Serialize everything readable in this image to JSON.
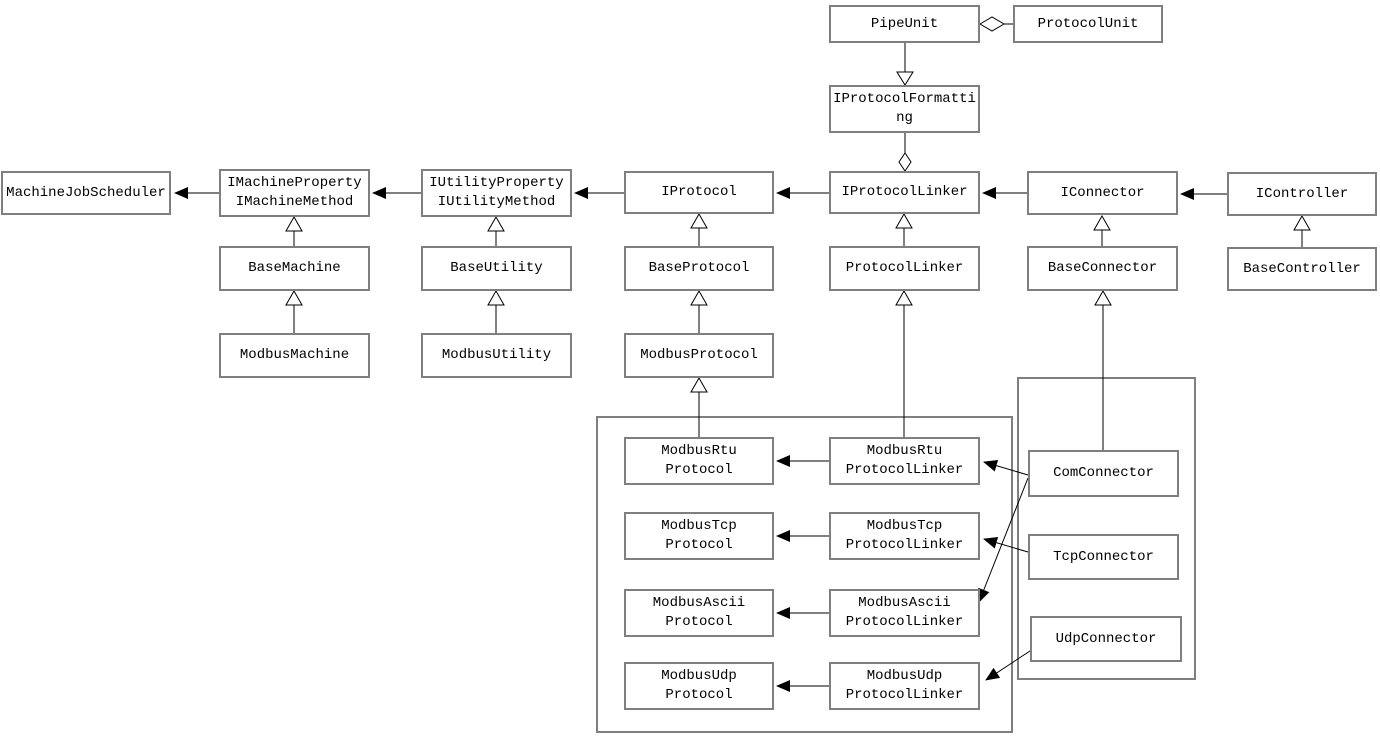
{
  "diagram": {
    "kind": "uml-class-diagram",
    "colors": {
      "background": "#ffffff",
      "box_border": "#7f7f7f",
      "line": "#000000",
      "text": "#000000"
    },
    "nodes": {
      "pipe_unit": {
        "lines": [
          "PipeUnit"
        ]
      },
      "protocol_unit": {
        "lines": [
          "ProtocolUnit"
        ]
      },
      "iprotocol_formatting": {
        "lines": [
          "IProtocolFormatti",
          "ng"
        ],
        "full_name": "IProtocolFormatting"
      },
      "machine_job_scheduler": {
        "lines": [
          "MachineJobScheduler"
        ]
      },
      "imachine": {
        "lines": [
          "IMachineProperty",
          "IMachineMethod"
        ]
      },
      "iutility": {
        "lines": [
          "IUtilityProperty",
          "IUtilityMethod"
        ]
      },
      "iprotocol": {
        "lines": [
          "IProtocol"
        ]
      },
      "iprotocol_linker": {
        "lines": [
          "IProtocolLinker"
        ]
      },
      "iconnector": {
        "lines": [
          "IConnector"
        ]
      },
      "icontroller": {
        "lines": [
          "IController"
        ]
      },
      "base_machine": {
        "lines": [
          "BaseMachine"
        ]
      },
      "base_utility": {
        "lines": [
          "BaseUtility"
        ]
      },
      "base_protocol": {
        "lines": [
          "BaseProtocol"
        ]
      },
      "protocol_linker": {
        "lines": [
          "ProtocolLinker"
        ]
      },
      "base_connector": {
        "lines": [
          "BaseConnector"
        ]
      },
      "base_controller": {
        "lines": [
          "BaseController"
        ]
      },
      "modbus_machine": {
        "lines": [
          "ModbusMachine"
        ]
      },
      "modbus_utility": {
        "lines": [
          "ModbusUtility"
        ]
      },
      "modbus_protocol": {
        "lines": [
          "ModbusProtocol"
        ]
      },
      "modbus_rtu_protocol": {
        "lines": [
          "ModbusRtu",
          "Protocol"
        ]
      },
      "modbus_rtu_protocol_linker": {
        "lines": [
          "ModbusRtu",
          "ProtocolLinker"
        ]
      },
      "modbus_tcp_protocol": {
        "lines": [
          "ModbusTcp",
          "Protocol"
        ]
      },
      "modbus_tcp_protocol_linker": {
        "lines": [
          "ModbusTcp",
          "ProtocolLinker"
        ]
      },
      "modbus_ascii_protocol": {
        "lines": [
          "ModbusAscii",
          "Protocol"
        ]
      },
      "modbus_ascii_protocol_linker": {
        "lines": [
          "ModbusAscii",
          "ProtocolLinker"
        ]
      },
      "modbus_udp_protocol": {
        "lines": [
          "ModbusUdp",
          "Protocol"
        ]
      },
      "modbus_udp_protocol_linker": {
        "lines": [
          "ModbusUdp",
          "ProtocolLinker"
        ]
      },
      "com_connector": {
        "lines": [
          "ComConnector"
        ]
      },
      "tcp_connector": {
        "lines": [
          "TcpConnector"
        ]
      },
      "udp_connector": {
        "lines": [
          "UdpConnector"
        ]
      }
    },
    "relationships": [
      {
        "from": "PipeUnit",
        "to": "ProtocolUnit",
        "type": "aggregation",
        "diamond_at": "PipeUnit"
      },
      {
        "from": "PipeUnit",
        "to": "IProtocolFormatting",
        "type": "realization-triangle-down"
      },
      {
        "from": "IProtocolFormatting",
        "to": "IProtocolLinker",
        "type": "aggregation",
        "diamond_at": "IProtocolLinker-end"
      },
      {
        "from": "IMachineProperty/IMachineMethod",
        "to": "MachineJobScheduler",
        "type": "association"
      },
      {
        "from": "IUtilityProperty/IUtilityMethod",
        "to": "IMachineProperty/IMachineMethod",
        "type": "association"
      },
      {
        "from": "IProtocol",
        "to": "IUtilityProperty/IUtilityMethod",
        "type": "association"
      },
      {
        "from": "IProtocolLinker",
        "to": "IProtocol",
        "type": "association"
      },
      {
        "from": "IConnector",
        "to": "IProtocolLinker",
        "type": "association"
      },
      {
        "from": "IController",
        "to": "IConnector",
        "type": "association"
      },
      {
        "from": "BaseMachine",
        "to": "IMachineProperty/IMachineMethod",
        "type": "inheritance"
      },
      {
        "from": "ModbusMachine",
        "to": "BaseMachine",
        "type": "inheritance"
      },
      {
        "from": "BaseUtility",
        "to": "IUtilityProperty/IUtilityMethod",
        "type": "inheritance"
      },
      {
        "from": "ModbusUtility",
        "to": "BaseUtility",
        "type": "inheritance"
      },
      {
        "from": "BaseProtocol",
        "to": "IProtocol",
        "type": "inheritance"
      },
      {
        "from": "ModbusProtocol",
        "to": "BaseProtocol",
        "type": "inheritance"
      },
      {
        "from": "ModbusRtuProtocol",
        "to": "ModbusProtocol",
        "type": "inheritance"
      },
      {
        "from": "ProtocolLinker",
        "to": "IProtocolLinker",
        "type": "inheritance"
      },
      {
        "from": "ModbusRtuProtocolLinker",
        "to": "ProtocolLinker",
        "type": "inheritance"
      },
      {
        "from": "BaseConnector",
        "to": "IConnector",
        "type": "inheritance"
      },
      {
        "from": "ComConnector",
        "to": "BaseConnector",
        "type": "inheritance"
      },
      {
        "from": "BaseController",
        "to": "IController",
        "type": "inheritance"
      },
      {
        "from": "ModbusRtuProtocolLinker",
        "to": "ModbusRtuProtocol",
        "type": "association"
      },
      {
        "from": "ModbusTcpProtocolLinker",
        "to": "ModbusTcpProtocol",
        "type": "association"
      },
      {
        "from": "ModbusAsciiProtocolLinker",
        "to": "ModbusAsciiProtocol",
        "type": "association"
      },
      {
        "from": "ModbusUdpProtocolLinker",
        "to": "ModbusUdpProtocol",
        "type": "association"
      },
      {
        "from": "ComConnector",
        "to": "ModbusRtuProtocolLinker",
        "type": "association"
      },
      {
        "from": "ComConnector",
        "to": "ModbusAsciiProtocolLinker",
        "type": "association"
      },
      {
        "from": "TcpConnector",
        "to": "ModbusTcpProtocolLinker",
        "type": "association"
      },
      {
        "from": "UdpConnector",
        "to": "ModbusUdpProtocolLinker",
        "type": "association"
      }
    ]
  }
}
